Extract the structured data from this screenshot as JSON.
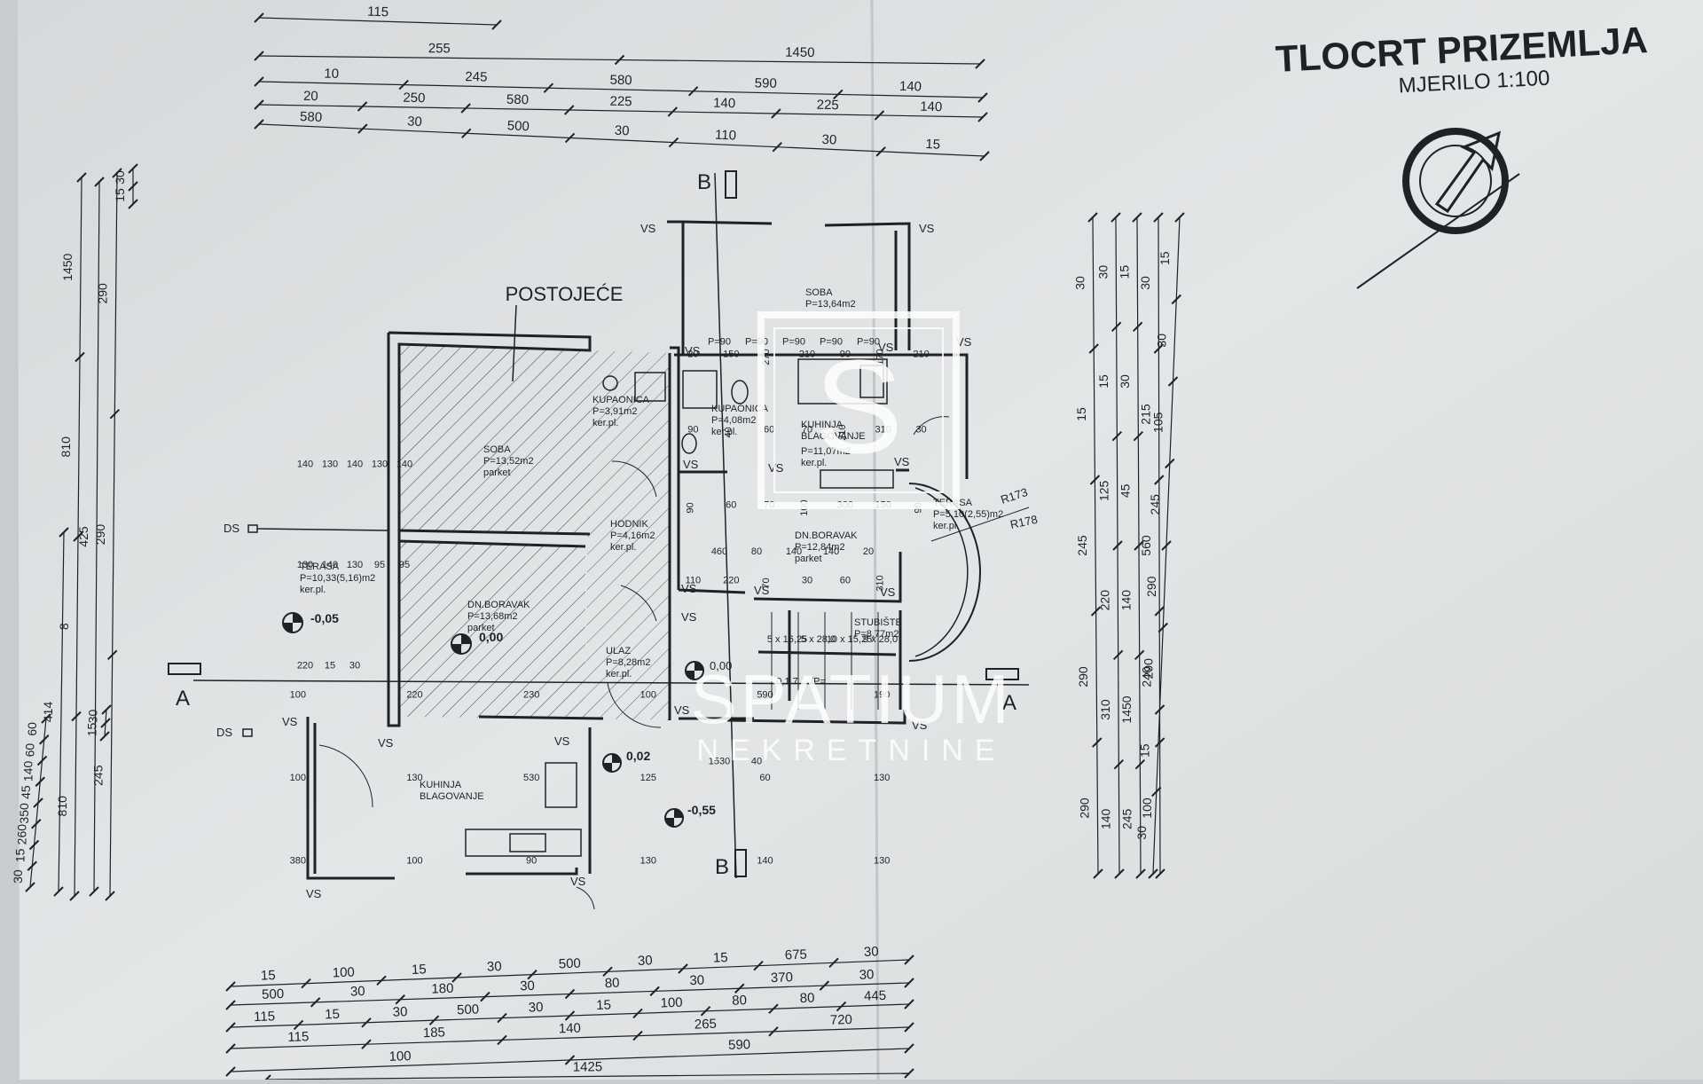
{
  "title": "TLOCRT PRIZEMLJA",
  "scale": "MJERILO 1:100",
  "existing_label": "POSTOJEĆE",
  "watermark": {
    "monogram": "S",
    "brand": "SPATIUM",
    "sub": "NEKRETNINE"
  },
  "colors": {
    "paper": "#dfe2e3",
    "ink": "#1e2226",
    "hatch": "#3c4146",
    "watermark": "#ffffff"
  },
  "section_markers": {
    "a": "A",
    "b": "B"
  },
  "marks": {
    "vs": "VS",
    "ds": "DS"
  },
  "rooms": {
    "soba_old": [
      "SOBA",
      "P=13,52m2",
      "parket"
    ],
    "kupaonica_old": [
      "KUPAONICA",
      "P=3,91m2",
      "ker.pl."
    ],
    "hodnik": [
      "HODNIK",
      "P=4,16m2",
      "ker.pl."
    ],
    "boravak_old": [
      "DN.BORAVAK",
      "P=13,68m2",
      "parket"
    ],
    "ulaz": [
      "ULAZ",
      "P=8,28m2",
      "ker.pl."
    ],
    "terasa_west": [
      "TERASA",
      "P=10,33(5,16)m2",
      "ker.pl."
    ],
    "kuhinja_old": [
      "KUHINJA",
      "BLAGOVANJE"
    ],
    "soba_new": [
      "SOBA",
      "P=13,64m2"
    ],
    "kupaonica_new": [
      "KUPAONICA",
      "P=4,08m2",
      "ker.pl."
    ],
    "kuhinja_new": [
      "KUHINJA",
      "BLAGOVANJE",
      "P=11,07m2",
      "ker.pl."
    ],
    "boravak_new": [
      "DN.BORAVAK",
      "P=12,84m2",
      "parket"
    ],
    "terasa_east": [
      "TERASA",
      "P=5,10(2,55)m2",
      "ker.pl."
    ],
    "stubiste": [
      "STUBIŠTE",
      "P=8,77m2"
    ]
  },
  "levels": {
    "l1": "-0,05",
    "l2": "0,00",
    "l3": "0,00",
    "l4": "0,02",
    "l5": "-0,55"
  },
  "arcs": {
    "r1": "R173",
    "r2": "R178"
  },
  "dims": {
    "top": [
      [
        "115"
      ],
      [
        "255",
        "1450"
      ],
      [
        "10",
        "245",
        "580",
        "590",
        "140"
      ],
      [
        "20",
        "250",
        "580",
        "225",
        "140",
        "225",
        "140"
      ],
      [
        "580",
        "30",
        "500",
        "30",
        "110",
        "30",
        "15"
      ]
    ],
    "bottom": [
      [
        "15",
        "100",
        "15",
        "30",
        "500",
        "30",
        "15",
        "675",
        "30"
      ],
      [
        "500",
        "30",
        "180",
        "30",
        "80",
        "30",
        "370",
        "30"
      ],
      [
        "115",
        "15",
        "30",
        "500",
        "30",
        "15",
        "100",
        "80",
        "80",
        "445"
      ],
      [
        "115",
        "185",
        "140",
        "265",
        "720"
      ],
      [
        "100",
        "590"
      ],
      [
        "1425"
      ]
    ],
    "left": [
      [
        "30",
        "15"
      ],
      [
        "290",
        "290",
        "245"
      ],
      [
        "425"
      ],
      [
        "1450",
        "810",
        "8",
        "810"
      ],
      [
        "414"
      ],
      [
        "30",
        "15"
      ],
      [
        "60",
        "60",
        "140",
        "45",
        "350",
        "260",
        "15",
        "30"
      ]
    ],
    "right": [
      [
        "30",
        "15",
        "245",
        "290",
        "290"
      ],
      [
        "30",
        "15",
        "125",
        "220",
        "310",
        "140"
      ],
      [
        "15",
        "30",
        "45",
        "140",
        "1450",
        "245"
      ],
      [
        "30",
        "215",
        "560",
        "240",
        "100"
      ],
      [
        "15",
        "30",
        "105",
        "245",
        "290",
        "290",
        "15",
        "30"
      ]
    ],
    "inner": {
      "a": [
        "140",
        "130",
        "140",
        "130",
        "140",
        "130",
        "140",
        "130",
        "95",
        "95",
        "220",
        "15",
        "30"
      ],
      "b": [
        "20",
        "150",
        "270",
        "210",
        "90",
        "170",
        "210",
        "90",
        "40",
        "60",
        "70",
        "210",
        "310",
        "30",
        "90",
        "60",
        "70",
        "100",
        "300",
        "150",
        "90",
        "110",
        "220",
        "70",
        "30",
        "60",
        "310"
      ],
      "c": [
        "100",
        "220",
        "230",
        "100",
        "590",
        "190",
        "100",
        "130",
        "530",
        "125",
        "60",
        "130",
        "380",
        "100",
        "90",
        "130",
        "140",
        "130"
      ],
      "d": [
        "P=90",
        "P=90",
        "P=90",
        "P=90",
        "P=90",
        "460",
        "80",
        "140",
        "140",
        "20",
        "1530",
        "40"
      ],
      "stairs": [
        "5 x 16,25",
        "5 x 28,0",
        "10 x 15,25",
        "9 x 28,0",
        "0,1 7",
        "/P="
      ]
    }
  }
}
